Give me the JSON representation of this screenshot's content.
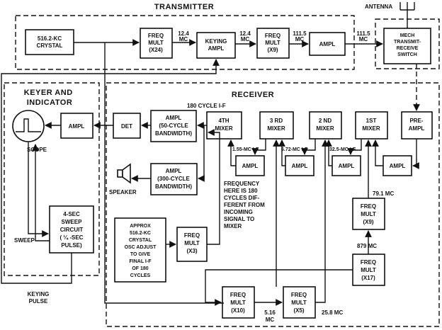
{
  "sections": {
    "transmitter": "TRANSMITTER",
    "keyer": [
      "KEYER AND",
      "INDICATOR"
    ],
    "receiver": "RECEIVER"
  },
  "blocks": {
    "crystal": [
      "516.2-KC",
      "CRYSTAL"
    ],
    "freq_mult_x24": [
      "FREQ",
      "MULT",
      "(X24)"
    ],
    "keying_ampl": [
      "KEYING",
      "AMPL"
    ],
    "freq_mult_x9_tx": [
      "FREQ",
      "MULT",
      "(X9)"
    ],
    "ampl_tx": [
      "AMPL"
    ],
    "switch": [
      "MECH",
      "TRANSMIT-",
      "RECEIVE",
      "SWITCH"
    ],
    "ampl_keyer": [
      "AMPL"
    ],
    "det": [
      "DET"
    ],
    "ampl_50": [
      "AMPL",
      "(50-CYCLE",
      "BANDWIDTH)"
    ],
    "mixer4": [
      "4TH",
      "MIXER"
    ],
    "mixer3": [
      "3 RD",
      "MIXER"
    ],
    "mixer2": [
      "2 ND",
      "MIXER"
    ],
    "mixer1": [
      "1ST",
      "MIXER"
    ],
    "preampl": [
      "PRE-",
      "AMPL"
    ],
    "ampl_if4": [
      "AMPL"
    ],
    "ampl_if3": [
      "AMPL"
    ],
    "ampl_if2": [
      "AMPL"
    ],
    "ampl_if1": [
      "AMPL"
    ],
    "ampl_300": [
      "AMPL",
      "(300-CYCLE",
      "BANDWIDTH)"
    ],
    "sweep": [
      "4-SEC",
      "SWEEP",
      "CIRCUIT",
      "( ¼ -SEC",
      "PULSE)"
    ],
    "osc": [
      "APPROX",
      "516.2-KC",
      "CRYSTAL",
      "OSC ADJUST",
      "TO GIVE",
      "FINAL I-F",
      "OF 180",
      "CYCLES"
    ],
    "freq_mult_x3": [
      "FREQ",
      "MULT",
      "(X3)"
    ],
    "freq_mult_x9_rx": [
      "FREQ",
      "MULT",
      "(X9)"
    ],
    "freq_mult_x17": [
      "FREQ",
      "MULT",
      "(X17)"
    ],
    "freq_mult_x10": [
      "FREQ",
      "MULT",
      "(X10)"
    ],
    "freq_mult_x5": [
      "FREQ",
      "MULT",
      "(X5)"
    ]
  },
  "labels": {
    "antenna": "ANTENNA",
    "mc12_4_a": [
      "12.4",
      "MC"
    ],
    "mc12_4_b": [
      "12.4",
      "MC"
    ],
    "mc111_5_a": [
      "111.5",
      "MC"
    ],
    "mc111_5_b": [
      "111.5",
      "MC"
    ],
    "cycle_if": "180 CYCLE I-F",
    "if_155": "1.55-MC I-F",
    "if_672": "6.72-MC I-F",
    "if_325": "32.5-MC I-F",
    "scope": "SCOPE",
    "speaker": "SPEAKER",
    "sweep_lbl": "SWEEP",
    "keying_pulse": [
      "KEYING",
      "PULSE"
    ],
    "freq_note": [
      "FREQUENCY",
      "HERE IS 180",
      "CYCLES DIF-",
      "FERENT FROM",
      "INCOMING",
      "SIGNAL TO",
      "MIXER"
    ],
    "mc79_1": "79.1 MC",
    "mc87_9": "879 MC",
    "mc5_16": [
      "5.16",
      "MC"
    ],
    "mc25_8": "25.8 MC"
  }
}
